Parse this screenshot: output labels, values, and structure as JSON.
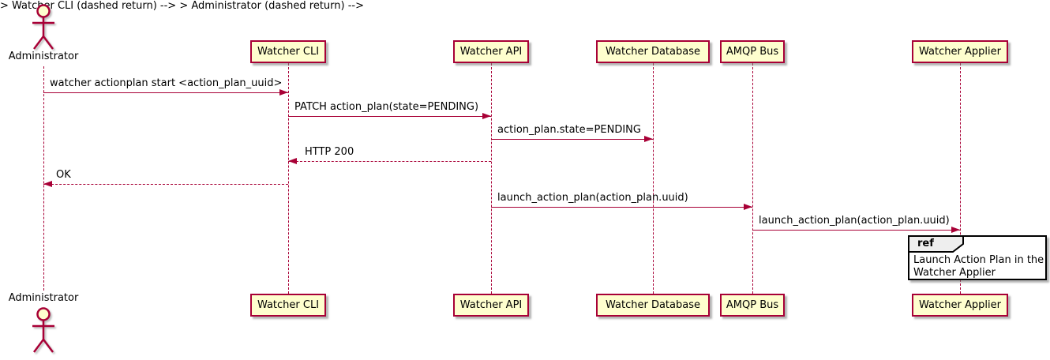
{
  "participants": [
    {
      "label": "Administrator",
      "kind": "actor"
    },
    {
      "label": "Watcher CLI",
      "kind": "participant"
    },
    {
      "label": "Watcher API",
      "kind": "participant"
    },
    {
      "label": "Watcher Database",
      "kind": "participant"
    },
    {
      "label": "AMQP Bus",
      "kind": "participant"
    },
    {
      "label": "Watcher Applier",
      "kind": "participant"
    }
  ],
  "messages": [
    {
      "label": "watcher actionplan start <action_plan_uuid>",
      "from": "Administrator",
      "to": "Watcher CLI",
      "line": "solid",
      "direction": "right"
    },
    {
      "label": "PATCH action_plan(state=PENDING)",
      "from": "Watcher CLI",
      "to": "Watcher API",
      "line": "solid",
      "direction": "right"
    },
    {
      "label": "action_plan.state=PENDING",
      "from": "Watcher API",
      "to": "Watcher Database",
      "line": "solid",
      "direction": "right"
    },
    {
      "label": "HTTP 200",
      "from": "Watcher API",
      "to": "Watcher CLI",
      "line": "dashed",
      "direction": "left"
    },
    {
      "label": "OK",
      "from": "Watcher CLI",
      "to": "Administrator",
      "line": "dashed",
      "direction": "left"
    },
    {
      "label": "launch_action_plan(action_plan.uuid)",
      "from": "Watcher API",
      "to": "AMQP Bus",
      "line": "solid",
      "direction": "right"
    },
    {
      "label": "launch_action_plan(action_plan.uuid)",
      "from": "AMQP Bus",
      "to": "Watcher Applier",
      "line": "solid",
      "direction": "right"
    }
  ],
  "ref_box": {
    "keyword": "ref",
    "line1": "Launch Action Plan in the",
    "line2": "Watcher Applier"
  },
  "colors": {
    "stroke": "#A80036",
    "participant_fill": "#FEFECE",
    "ref_border": "#000000",
    "ref_header_fill": "#EEEEEE",
    "text": "#000000",
    "background": "#FFFFFF"
  }
}
